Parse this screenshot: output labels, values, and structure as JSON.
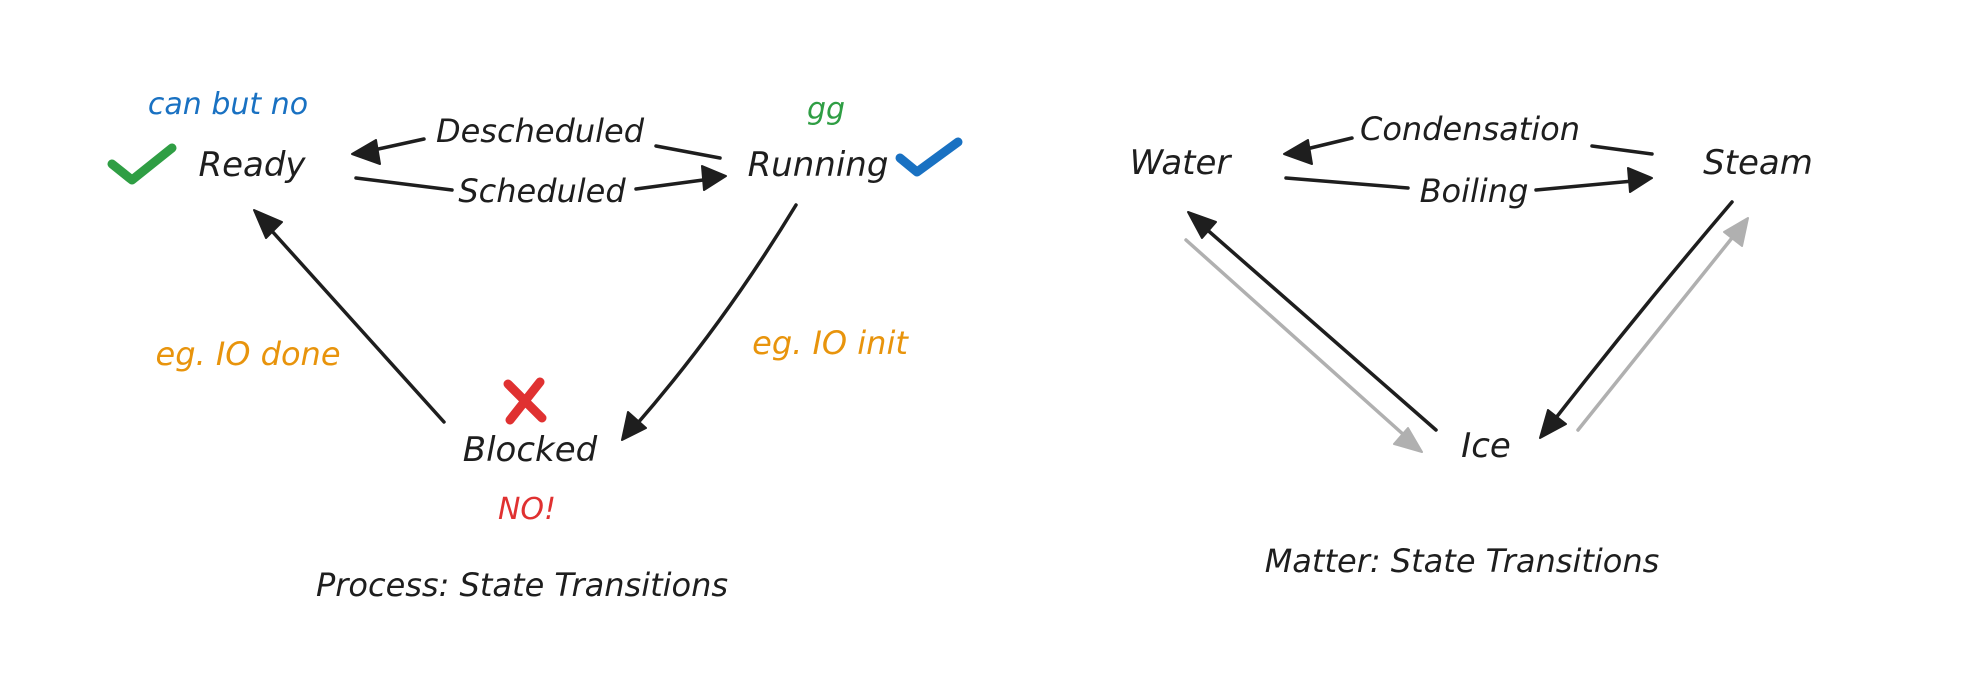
{
  "process": {
    "nodes": {
      "ready": "Ready",
      "running": "Running",
      "blocked": "Blocked"
    },
    "edges": {
      "descheduled": "Descheduled",
      "scheduled": "Scheduled",
      "io_done": "eg. IO done",
      "io_init": "eg. IO init"
    },
    "annotations": {
      "ready_note": "can but no",
      "running_note": "gg",
      "blocked_note": "NO!"
    },
    "caption": "Process: State Transitions"
  },
  "matter": {
    "nodes": {
      "water": "Water",
      "steam": "Steam",
      "ice": "Ice"
    },
    "edges": {
      "condensation": "Condensation",
      "boiling": "Boiling"
    },
    "caption": "Matter: State Transitions"
  },
  "colors": {
    "ink": "#1e1e1e",
    "blue": "#1971c2",
    "green": "#2f9e44",
    "orange": "#e8940c",
    "red": "#e03131",
    "grey": "#b0b0b0"
  },
  "icons": {
    "ready_mark": "check-icon",
    "running_mark": "check-icon",
    "blocked_mark": "cross-icon"
  }
}
